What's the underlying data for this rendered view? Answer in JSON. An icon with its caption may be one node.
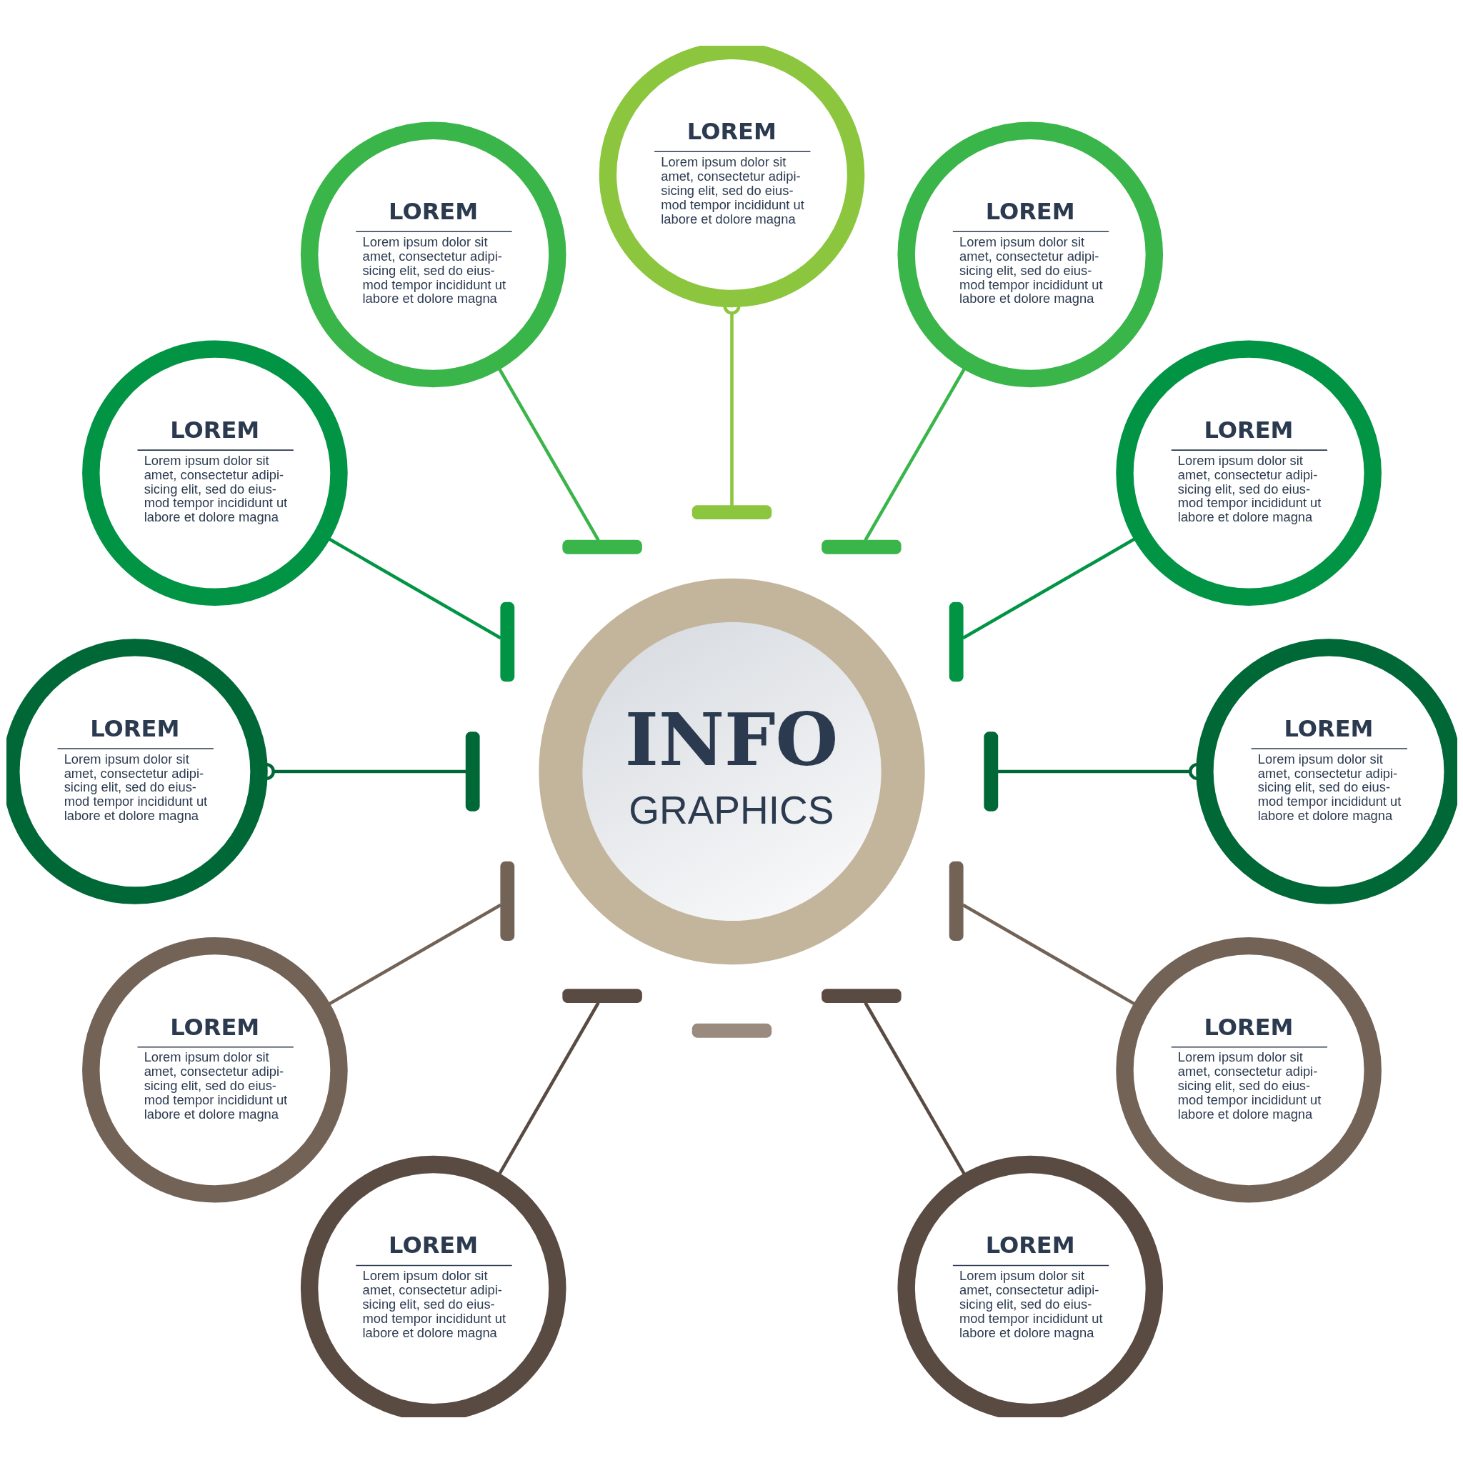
{
  "diagram": {
    "nodes": [
      {
        "text": [
          "LOREM",
          "Lorem ipsum dolor sit amet, consectetur adipi- sicing elit, sed do eius- mod tempor incididunt ut labore et dolore magna"
        ]
      },
      {
        "text": [
          "LOREM",
          "Lorem ipsum dolor sit amet, consectetur adipi- sicing elit, sed do eius- mod tempor incididunt ut labore et dolore magna"
        ]
      },
      {
        "text": [
          "LOREM",
          "Lorem ipsum dolor sit amet, consectetur adipi- sicing elit, sed do eius- mod tempor incididunt ut labore et dolore magna"
        ]
      },
      {
        "text": [
          "LOREM",
          "Lorem ipsum dolor sit amet, consectetur adipi- sicing elit, sed do eius- mod tempor incididunt ut labore et dolore magna"
        ]
      },
      {
        "text": [
          "LOREM",
          "Lorem ipsum dolor sit amet, consectetur adipi- sicing elit, sed do eius- mod tempor incididunt ut labore et dolore magna"
        ]
      },
      {
        "text": [
          "LOREM",
          "Lorem ipsum dolor sit amet, consectetur adipi- sicing elit, sed do eius- mod tempor incididunt ut labore et dolore magna"
        ]
      },
      {
        "text": [
          "INFO",
          "GRAPHICS"
        ]
      },
      {
        "text": [
          "LOREM",
          "Lorem ipsum dolor sit amet, consectetur adipi- sicing elit, sed do eius- mod tempor incididunt ut labore et dolore magna"
        ]
      },
      {
        "text": [
          "LOREM",
          "Lorem ipsum dolor sit amet, consectetur adipi- sicing elit, sed do eius- mod tempor incididunt ut labore et dolore magna"
        ]
      },
      {
        "text": [
          "LOREM",
          "Lorem ipsum dolor sit amet, consectetur adipi- sicing elit, sed do eius- mod tempor incididunt ut labore et dolore magna"
        ]
      },
      {
        "text": [
          "LOREM",
          "Lorem ipsum dolor sit amet, consectetur adipi- sicing elit, sed do eius- mod tempor incididunt ut labore et dolore magna"
        ]
      },
      {
        "text": [
          "LOREM",
          "Lorem ipsum dolor sit amet, consectetur adipi- sicing elit, sed do eius- mod tempor incididunt ut labore et dolore magna"
        ]
      },
      {
        "text": [],
        "shape": "arc"
      },
      {
        "text": [],
        "shape": "arc"
      },
      {
        "text": [],
        "shape": "arc"
      },
      {
        "text": [],
        "shape": "arc"
      },
      {
        "text": [],
        "shape": "arc"
      },
      {
        "text": [],
        "shape": "arc"
      },
      {
        "text": [],
        "shape": "arc"
      },
      {
        "text": [],
        "shape": "arc"
      },
      {
        "text": [],
        "shape": "arc"
      },
      {
        "text": [],
        "shape": "arc"
      },
      {
        "text": [],
        "shape": "arc"
      },
      {
        "text": [],
        "shape": "arc"
      }
    ],
    "edges": [
      {
        "from": 12,
        "to": 0,
        "arrow": "other",
        "color": "#8cc63e"
      },
      {
        "from": 13,
        "to": 1,
        "arrow": "none",
        "color": "#39b54a"
      },
      {
        "from": 23,
        "to": 2,
        "arrow": "none",
        "color": "#39b54a"
      },
      {
        "from": 14,
        "to": 3,
        "arrow": "none",
        "color": "#009444"
      },
      {
        "from": 22,
        "to": 4,
        "arrow": "none",
        "color": "#009444"
      },
      {
        "from": 15,
        "to": 5,
        "arrow": "other",
        "color": "#006837"
      },
      {
        "from": 21,
        "to": 7,
        "arrow": "other",
        "color": "#006837"
      },
      {
        "from": 16,
        "to": 8,
        "arrow": "none",
        "color": "#736357"
      },
      {
        "from": 20,
        "to": 9,
        "arrow": "none",
        "color": "#736357"
      },
      {
        "from": 17,
        "to": 10,
        "arrow": "none",
        "color": "#594a42"
      },
      {
        "from": 19,
        "to": 11,
        "arrow": "none",
        "color": "#594a42"
      }
    ]
  }
}
